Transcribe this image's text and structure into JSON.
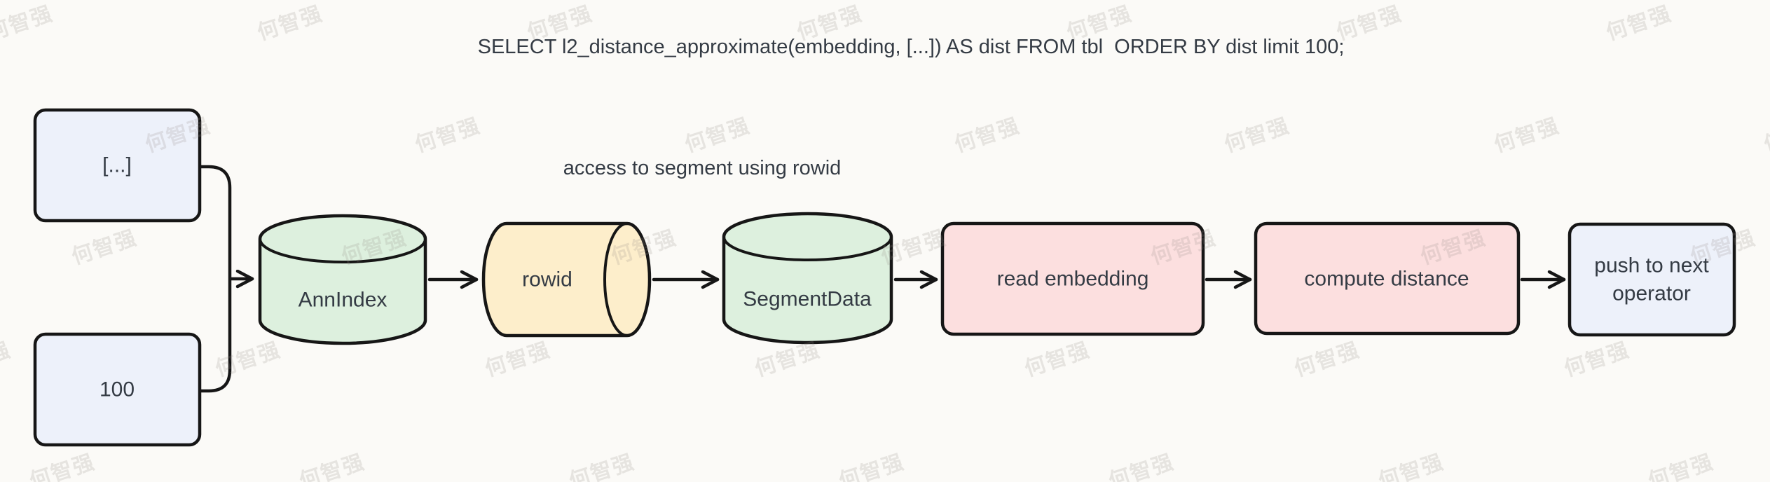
{
  "title": "SELECT l2_distance_approximate(embedding, [...]) AS dist FROM tbl  ORDER BY dist limit 100;",
  "annotation": "access to segment using rowid",
  "watermark": {
    "text": "何智强"
  },
  "colors": {
    "background": "#fbfaf7",
    "stroke": "#161616",
    "text": "#343b44",
    "node_blue": "#edf1fa",
    "node_green": "#ddf0de",
    "node_yellow": "#fdeecb",
    "node_pink": "#fcdfdf"
  },
  "nodes": {
    "query_vector": {
      "label": "[...]",
      "shape": "rounded-rect"
    },
    "limit": {
      "label": "100",
      "shape": "rounded-rect"
    },
    "ann_index": {
      "label": "AnnIndex",
      "shape": "cylinder-vertical"
    },
    "rowid": {
      "label": "rowid",
      "shape": "cylinder-horizontal"
    },
    "segment_data": {
      "label": "SegmentData",
      "shape": "cylinder-vertical"
    },
    "read_embedding": {
      "label": "read embedding",
      "shape": "rounded-rect"
    },
    "compute_distance": {
      "label": "compute distance",
      "shape": "rounded-rect"
    },
    "push_next_operator": {
      "label_line1": "push to next",
      "label_line2": "operator",
      "shape": "rounded-rect"
    }
  },
  "edges": [
    {
      "from": "query_vector",
      "to": "ann_index"
    },
    {
      "from": "limit",
      "to": "ann_index"
    },
    {
      "from": "ann_index",
      "to": "rowid"
    },
    {
      "from": "rowid",
      "to": "segment_data"
    },
    {
      "from": "segment_data",
      "to": "read_embedding"
    },
    {
      "from": "read_embedding",
      "to": "compute_distance"
    },
    {
      "from": "compute_distance",
      "to": "push_next_operator"
    }
  ]
}
